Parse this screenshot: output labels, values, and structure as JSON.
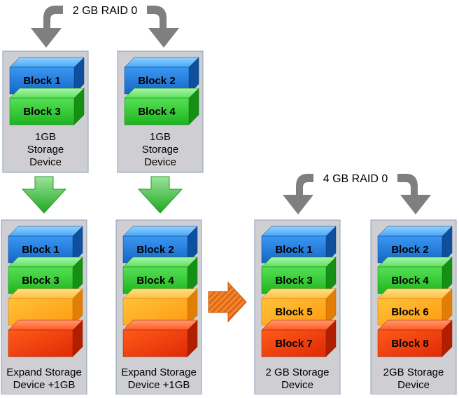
{
  "raid_top": {
    "label": "2 GB RAID 0"
  },
  "raid_right": {
    "label": "4 GB RAID 0"
  },
  "top_devices": [
    {
      "blocks": [
        "Block 1",
        "Block 3"
      ],
      "label": [
        "1GB",
        "Storage",
        "Device"
      ]
    },
    {
      "blocks": [
        "Block 2",
        "Block 4"
      ],
      "label": [
        "1GB",
        "Storage",
        "Device"
      ]
    }
  ],
  "expand_devices": [
    {
      "blocks": [
        "Block 1",
        "Block 3"
      ],
      "label": [
        "Expand Storage",
        "Device +1GB"
      ]
    },
    {
      "blocks": [
        "Block 2",
        "Block 4"
      ],
      "label": [
        "Expand Storage",
        "Device +1GB"
      ]
    }
  ],
  "final_devices": [
    {
      "blocks": [
        "Block 1",
        "Block 3",
        "Block 5",
        "Block 7"
      ],
      "label": [
        "2 GB Storage",
        "Device"
      ]
    },
    {
      "blocks": [
        "Block 2",
        "Block 4",
        "Block 6",
        "Block 8"
      ],
      "label": [
        "2GB Storage",
        "Device"
      ]
    }
  ],
  "colors": {
    "panel": "#cfcfd3",
    "panel_border": "#8a9fb5",
    "blue": "#1e7fe0",
    "green": "#2ecc2e",
    "orange": "#ffa81a",
    "red": "#f23c0c",
    "gray_arrow": "#7f7f7f",
    "green_arrow": "#44c244",
    "orange_arrow": "#f07b1e"
  },
  "icons": [
    "gray-curved-arrow-icon",
    "green-down-arrow-icon",
    "orange-right-arrow-icon"
  ]
}
